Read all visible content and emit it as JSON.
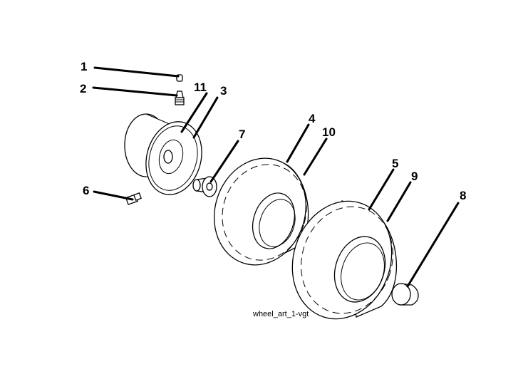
{
  "callouts": {
    "c1": "1",
    "c2": "2",
    "c3": "3",
    "c4": "4",
    "c5": "5",
    "c6": "6",
    "c7": "7",
    "c8": "8",
    "c9": "9",
    "c10": "10",
    "c11": "11"
  },
  "caption": "wheel_art_1-vgt"
}
